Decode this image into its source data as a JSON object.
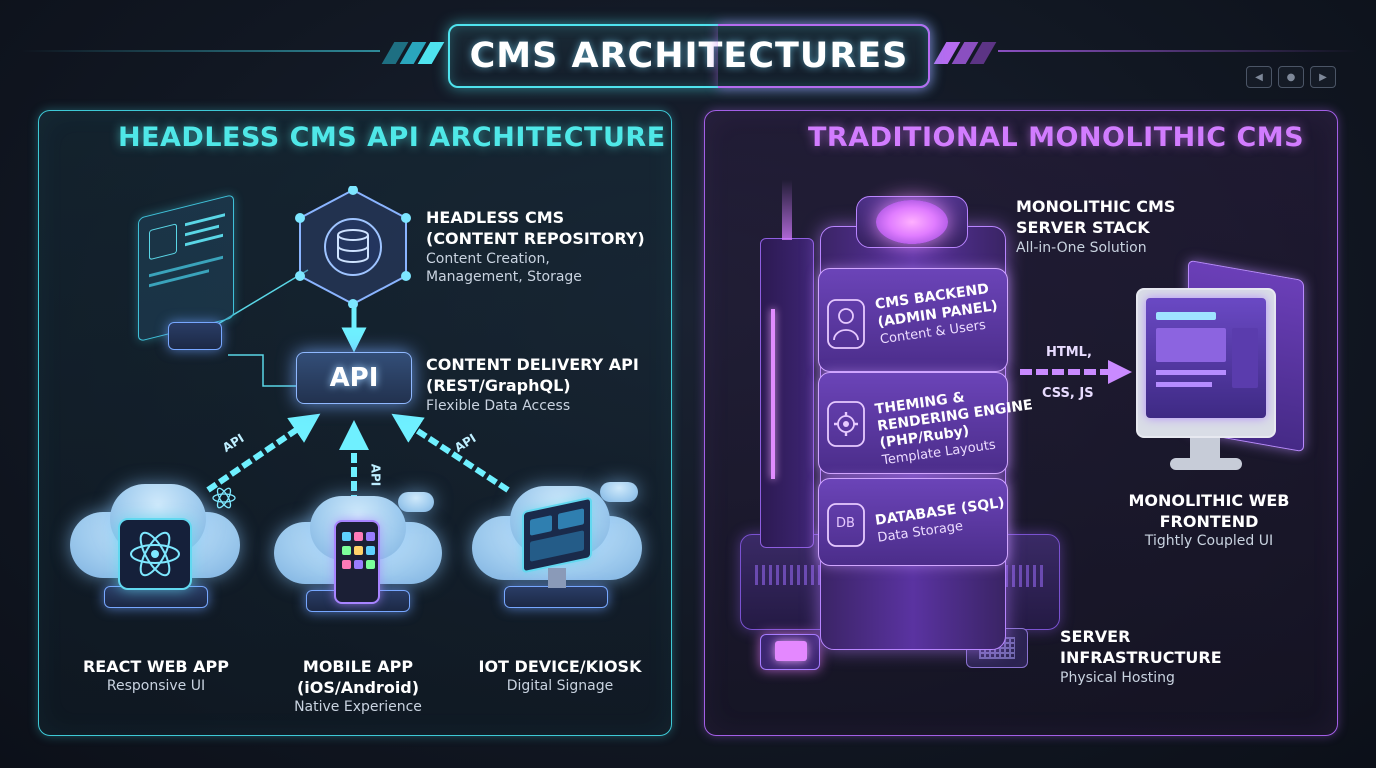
{
  "header": {
    "title": "CMS ARCHITECTURES"
  },
  "window_controls": [
    "prev",
    "record",
    "next"
  ],
  "left": {
    "title": "HEADLESS CMS API ARCHITECTURE",
    "repository": {
      "heading_line1": "HEADLESS CMS",
      "heading_line2": "(CONTENT REPOSITORY)",
      "desc_line1": "Content Creation,",
      "desc_line2": "Management, Storage"
    },
    "api": {
      "heading_line1": "CONTENT DELIVERY API",
      "heading_line2": "(REST/GraphQL)",
      "desc": "Flexible Data Access",
      "box_label": "API"
    },
    "arrow_labels": [
      "API",
      "API",
      "API"
    ],
    "clients": [
      {
        "line1": "REACT WEB APP",
        "line2": "Responsive UI",
        "line3": ""
      },
      {
        "line1": "MOBILE APP",
        "line2": "(iOS/Android)",
        "line3": "Native Experience"
      },
      {
        "line1": "IOT DEVICE/KIOSK",
        "line2": "Digital Signage",
        "line3": ""
      }
    ]
  },
  "right": {
    "title": "TRADITIONAL MONOLITHIC CMS",
    "stack": {
      "heading_line1": "MONOLITHIC CMS",
      "heading_line2": "SERVER STACK",
      "desc": "All-in-One Solution"
    },
    "layers": [
      {
        "line1": "CMS BACKEND",
        "line2": "(ADMIN PANEL)",
        "line3": "Content & Users",
        "line4": "",
        "icon_label": ""
      },
      {
        "line1": "THEMING &",
        "line2": "RENDERING ENGINE",
        "line3": "(PHP/Ruby)",
        "line4": "Template Layouts",
        "icon_label": ""
      },
      {
        "line1": "DATABASE (SQL)",
        "line2": "Data Storage",
        "line3": "",
        "line4": "",
        "icon_label": "DB"
      }
    ],
    "output_line1": "HTML,",
    "output_line2": "CSS, JS",
    "frontend": {
      "heading_line1": "MONOLITHIC WEB",
      "heading_line2": "FRONTEND",
      "desc": "Tightly Coupled UI"
    },
    "infrastructure": {
      "heading_line1": "SERVER",
      "heading_line2": "INFRASTRUCTURE",
      "desc": "Physical Hosting"
    }
  },
  "colors": {
    "cyan": "#4fe3ee",
    "purple": "#b56cf0",
    "background": "#111722"
  }
}
